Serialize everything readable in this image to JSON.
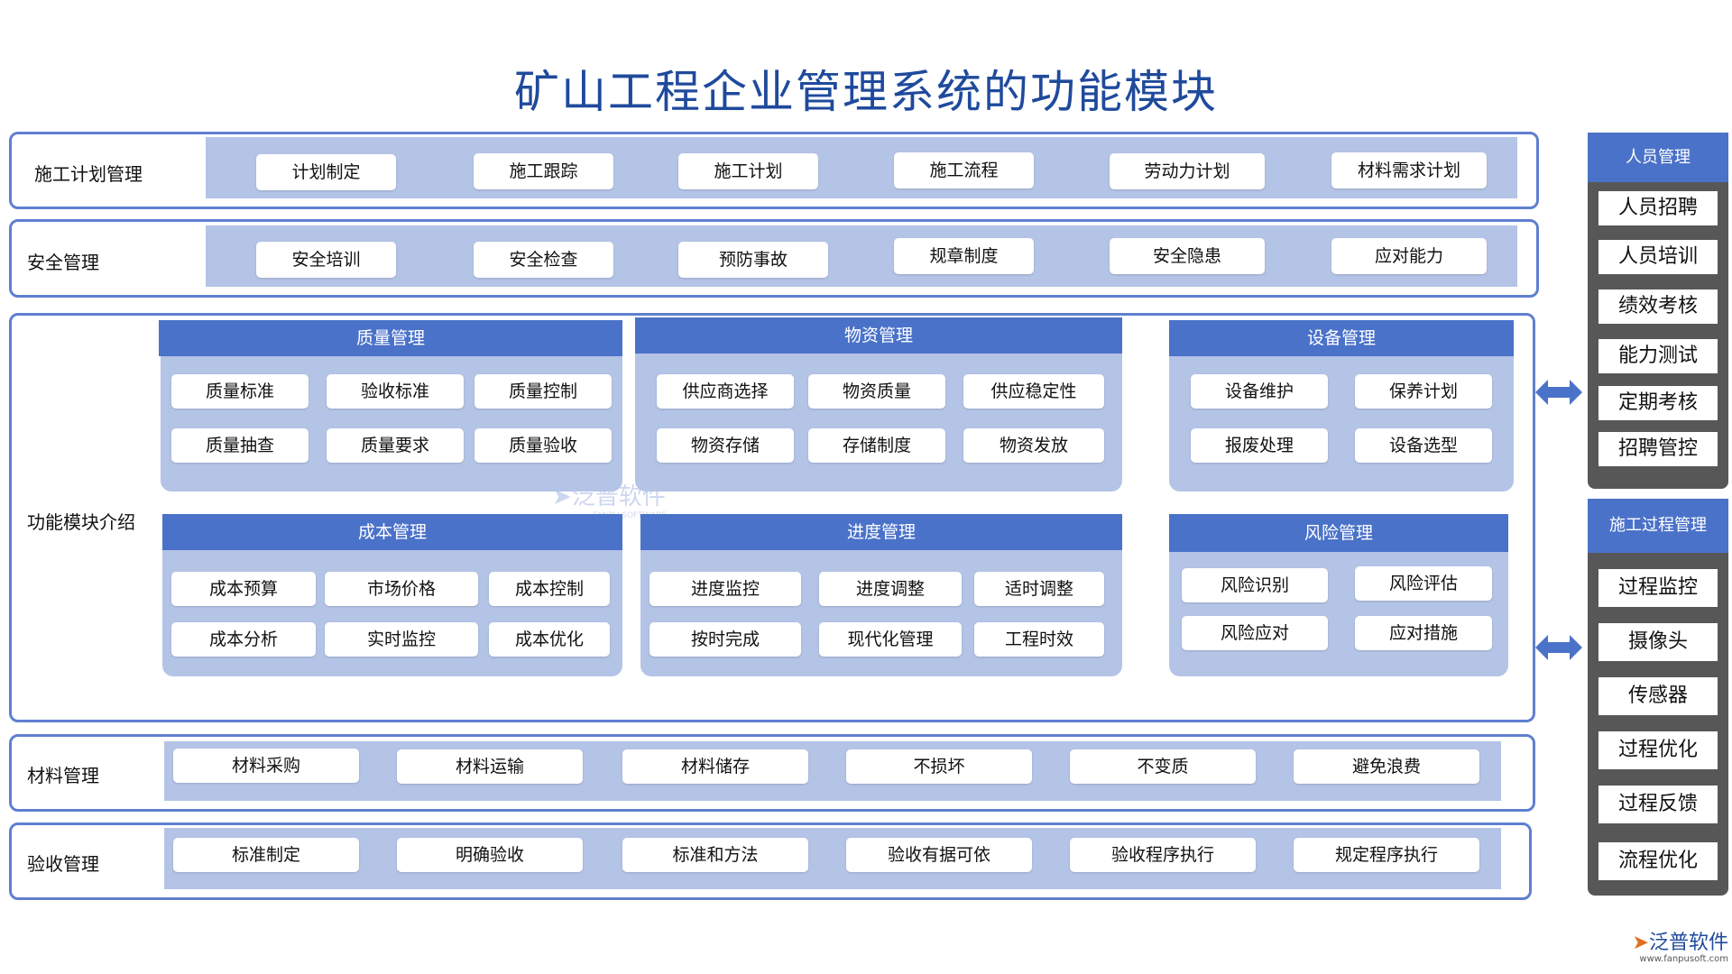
{
  "title": "矿山工程企业管理系统的功能模块",
  "rows": {
    "plan": {
      "label": "施工计划管理",
      "items": [
        "计划制定",
        "施工跟踪",
        "施工计划",
        "施工流程",
        "劳动力计划",
        "材料需求计划"
      ]
    },
    "safety": {
      "label": "安全管理",
      "items": [
        "安全培训",
        "安全检查",
        "预防事故",
        "规章制度",
        "安全隐患",
        "应对能力"
      ]
    },
    "func": {
      "label": "功能模块介绍"
    },
    "material": {
      "label": "材料管理",
      "items": [
        "材料采购",
        "材料运输",
        "材料储存",
        "不损坏",
        "不变质",
        "避免浪费"
      ]
    },
    "accept": {
      "label": "验收管理",
      "items": [
        "标准制定",
        "明确验收",
        "标准和方法",
        "验收有据可依",
        "验收程序执行",
        "规定程序执行"
      ]
    }
  },
  "groups": {
    "quality": {
      "title": "质量管理",
      "items": [
        "质量标准",
        "验收标准",
        "质量控制",
        "质量抽查",
        "质量要求",
        "质量验收"
      ]
    },
    "supplies": {
      "title": "物资管理",
      "items": [
        "供应商选择",
        "物资质量",
        "供应稳定性",
        "物资存储",
        "存储制度",
        "物资发放"
      ]
    },
    "equipment": {
      "title": "设备管理",
      "items": [
        "设备维护",
        "保养计划",
        "报废处理",
        "设备选型"
      ]
    },
    "cost": {
      "title": "成本管理",
      "items": [
        "成本预算",
        "市场价格",
        "成本控制",
        "成本分析",
        "实时监控",
        "成本优化"
      ]
    },
    "progress": {
      "title": "进度管理",
      "items": [
        "进度监控",
        "进度调整",
        "适时调整",
        "按时完成",
        "现代化管理",
        "工程时效"
      ]
    },
    "risk": {
      "title": "风险管理",
      "items": [
        "风险识别",
        "风险评估",
        "风险应对",
        "应对措施"
      ]
    }
  },
  "side": {
    "personnel": {
      "title": "人员管理",
      "items": [
        "人员招聘",
        "人员培训",
        "绩效考核",
        "能力测试",
        "定期考核",
        "招聘管控"
      ]
    },
    "process": {
      "title": "施工过程管理",
      "items": [
        "过程监控",
        "摄像头",
        "传感器",
        "过程优化",
        "过程反馈",
        "流程优化"
      ]
    }
  },
  "watermark": {
    "brand": "泛普软件",
    "sub": "FANPU SOFTWARE",
    "url": "www.fanpusoft.com"
  },
  "colors": {
    "title": "#1f4a9c",
    "header": "#4b72c9",
    "band": "#b4c4e6",
    "border": "#5f7fcf",
    "side": "#575757"
  }
}
